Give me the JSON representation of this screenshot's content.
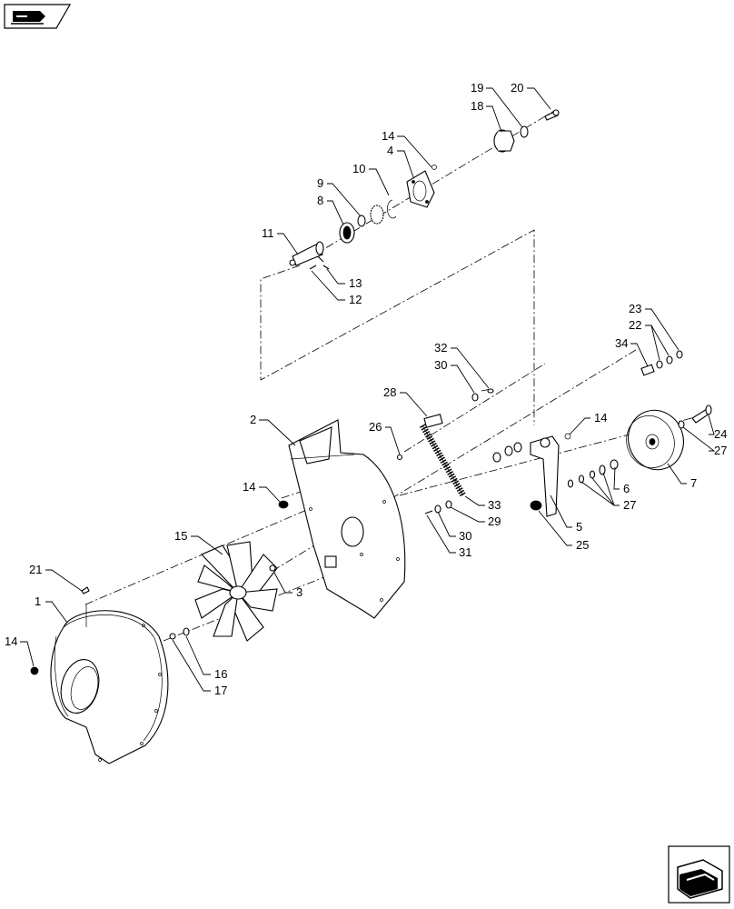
{
  "diagram": {
    "callouts": {
      "c1": "1",
      "c2": "2",
      "c3": "3",
      "c4": "4",
      "c5": "5",
      "c6": "6",
      "c7": "7",
      "c8": "8",
      "c9": "9",
      "c10": "10",
      "c11": "11",
      "c12": "12",
      "c13": "13",
      "c14a": "14",
      "c14b": "14",
      "c14c": "14",
      "c14d": "14",
      "c15": "15",
      "c16": "16",
      "c17": "17",
      "c18": "18",
      "c19": "19",
      "c20": "20",
      "c21": "21",
      "c22": "22",
      "c23": "23",
      "c24": "24",
      "c25": "25",
      "c26": "26",
      "c27a": "27",
      "c27b": "27",
      "c28": "28",
      "c29": "29",
      "c30a": "30",
      "c30b": "30",
      "c31": "31",
      "c32": "32",
      "c33": "33",
      "c34": "34"
    },
    "icons": {
      "top_left": "book-arrow-icon",
      "bottom_right": "next-page-arrow-icon"
    }
  }
}
